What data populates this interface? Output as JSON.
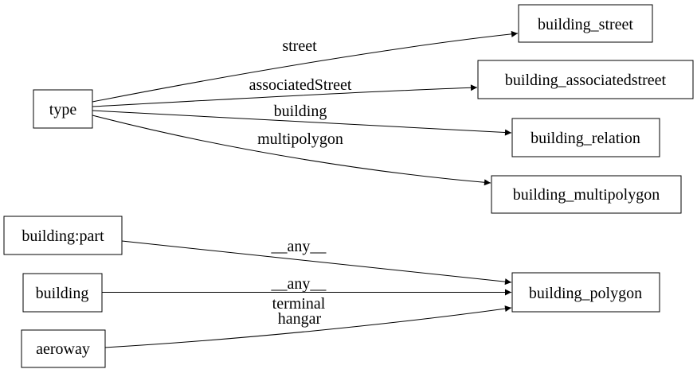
{
  "diagram": {
    "type": "directed-graph",
    "background_color": "#ffffff",
    "node_border_color": "#000000",
    "node_fill_color": "#ffffff",
    "edge_color": "#000000",
    "text_color": "#000000"
  },
  "nodes": [
    {
      "id": "type",
      "label": "type"
    },
    {
      "id": "building_street",
      "label": "building_street"
    },
    {
      "id": "building_associatedstreet",
      "label": "building_associatedstreet"
    },
    {
      "id": "building_relation",
      "label": "building_relation"
    },
    {
      "id": "building_multipolygon",
      "label": "building_multipolygon"
    },
    {
      "id": "building:part",
      "label": "building:part"
    },
    {
      "id": "building",
      "label": "building"
    },
    {
      "id": "aeroway",
      "label": "aeroway"
    },
    {
      "id": "building_polygon",
      "label": "building_polygon"
    }
  ],
  "edges": [
    {
      "from": "type",
      "to": "building_street",
      "label": "street"
    },
    {
      "from": "type",
      "to": "building_associatedstreet",
      "label": "associatedStreet"
    },
    {
      "from": "type",
      "to": "building_relation",
      "label": "building"
    },
    {
      "from": "type",
      "to": "building_multipolygon",
      "label": "multipolygon"
    },
    {
      "from": "building:part",
      "to": "building_polygon",
      "label": "__any__"
    },
    {
      "from": "building",
      "to": "building_polygon",
      "label": "__any__"
    },
    {
      "from": "aeroway",
      "to": "building_polygon",
      "label": "terminal hangar",
      "label_lines": [
        "terminal",
        "hangar"
      ]
    }
  ]
}
